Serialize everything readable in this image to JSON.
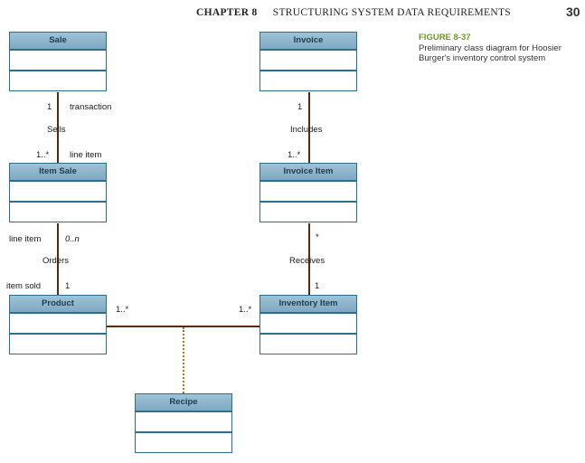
{
  "header": {
    "chapter": "CHAPTER 8",
    "section": "STRUCTURING SYSTEM DATA REQUIREMENTS",
    "page": "30"
  },
  "figure": {
    "label": "FIGURE 8-37",
    "caption": "Preliminary class diagram for Hoosier Burger's inventory control system"
  },
  "classes": {
    "sale": "Sale",
    "invoice": "Invoice",
    "item_sale": "Item Sale",
    "invoice_item": "Invoice Item",
    "product": "Product",
    "inventory_item": "Inventory Item",
    "recipe": "Recipe"
  },
  "associations": {
    "sale_item_sale": {
      "mult_top": "1",
      "role_top": "transaction",
      "name": "Sells",
      "mult_bottom": "1..*",
      "role_bottom": "line item"
    },
    "item_sale_product": {
      "role_top": "line item",
      "mult_top": "0..n",
      "name": "Orders",
      "role_bottom": "item sold",
      "mult_bottom": "1"
    },
    "invoice_invoice_item": {
      "mult_top": "1",
      "name": "Includes",
      "mult_bottom": "1..*"
    },
    "invoice_item_inventory_item": {
      "mult_top": "*",
      "name": "Receives",
      "mult_bottom": "1"
    },
    "product_inventory_item": {
      "mult_left": "1..*",
      "mult_right": "1..*"
    }
  },
  "colors": {
    "class_border": "#2c6e8e",
    "class_header": "#8fb6cc",
    "association_line": "#5a2a10",
    "association_class_link": "#a07a2a",
    "figure_label": "#6a9a2a"
  }
}
